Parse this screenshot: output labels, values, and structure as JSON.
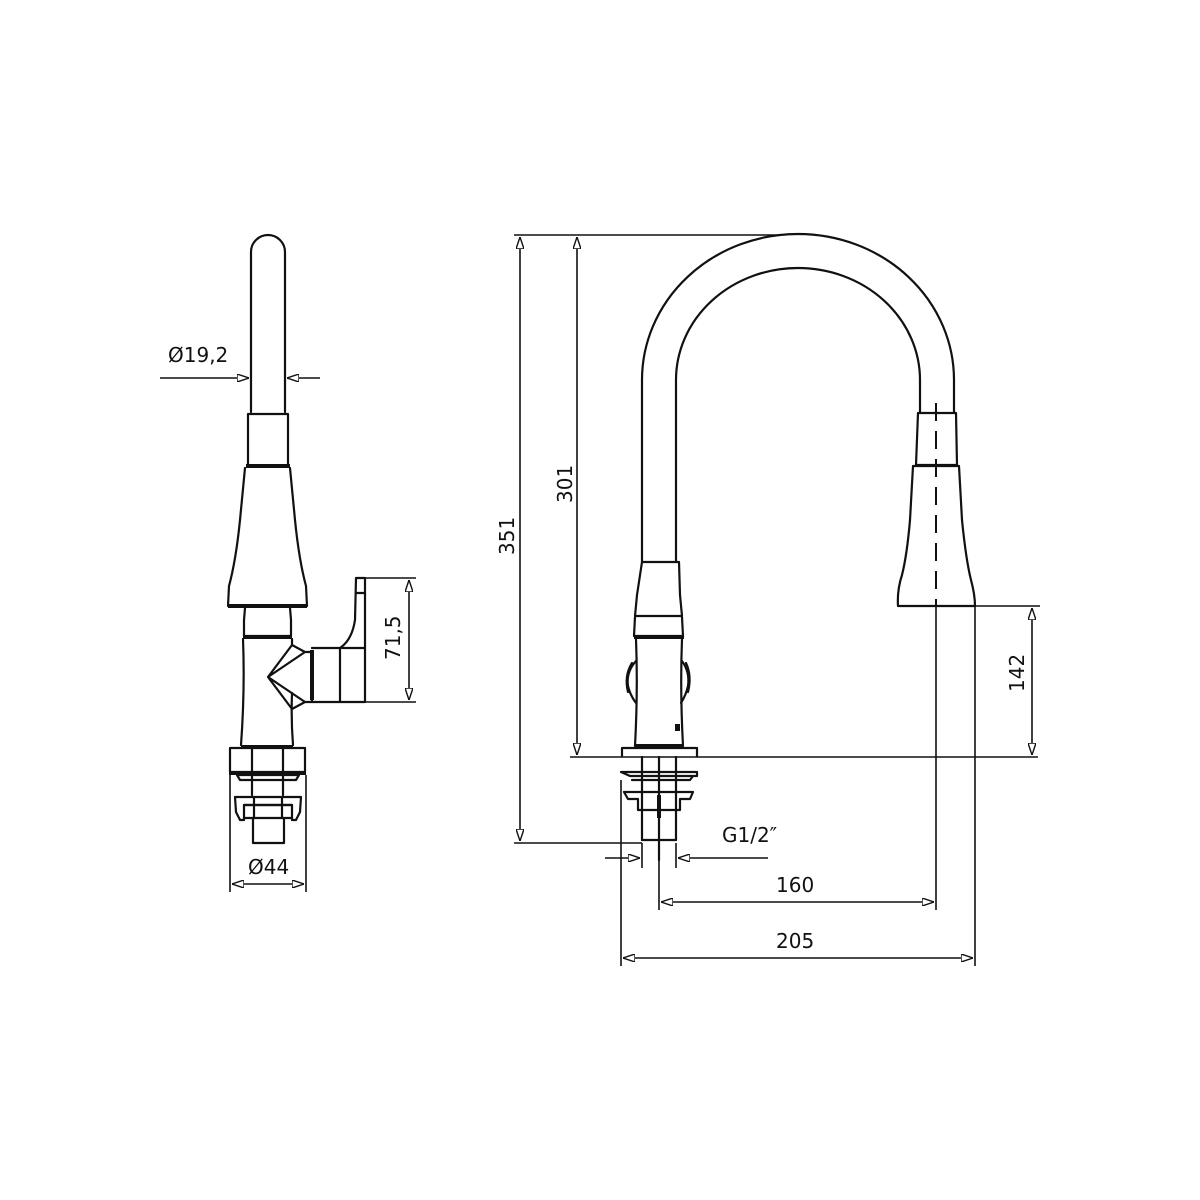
{
  "drawing": {
    "subject": "Kitchen faucet with pull-out spout",
    "views": [
      "side-view",
      "front-view"
    ],
    "colors": {
      "line": "#111111",
      "background": "#ffffff"
    }
  },
  "side_view": {
    "dimensions": {
      "spout_diameter": "Ø19,2",
      "handle_height": "71,5",
      "base_diameter": "Ø44"
    }
  },
  "front_view": {
    "dimensions": {
      "total_height": "351",
      "height_above_deck": "301",
      "spout_clearance": "142",
      "thread": "G1/2″",
      "reach_to_axis": "160",
      "overall_reach": "205"
    }
  }
}
